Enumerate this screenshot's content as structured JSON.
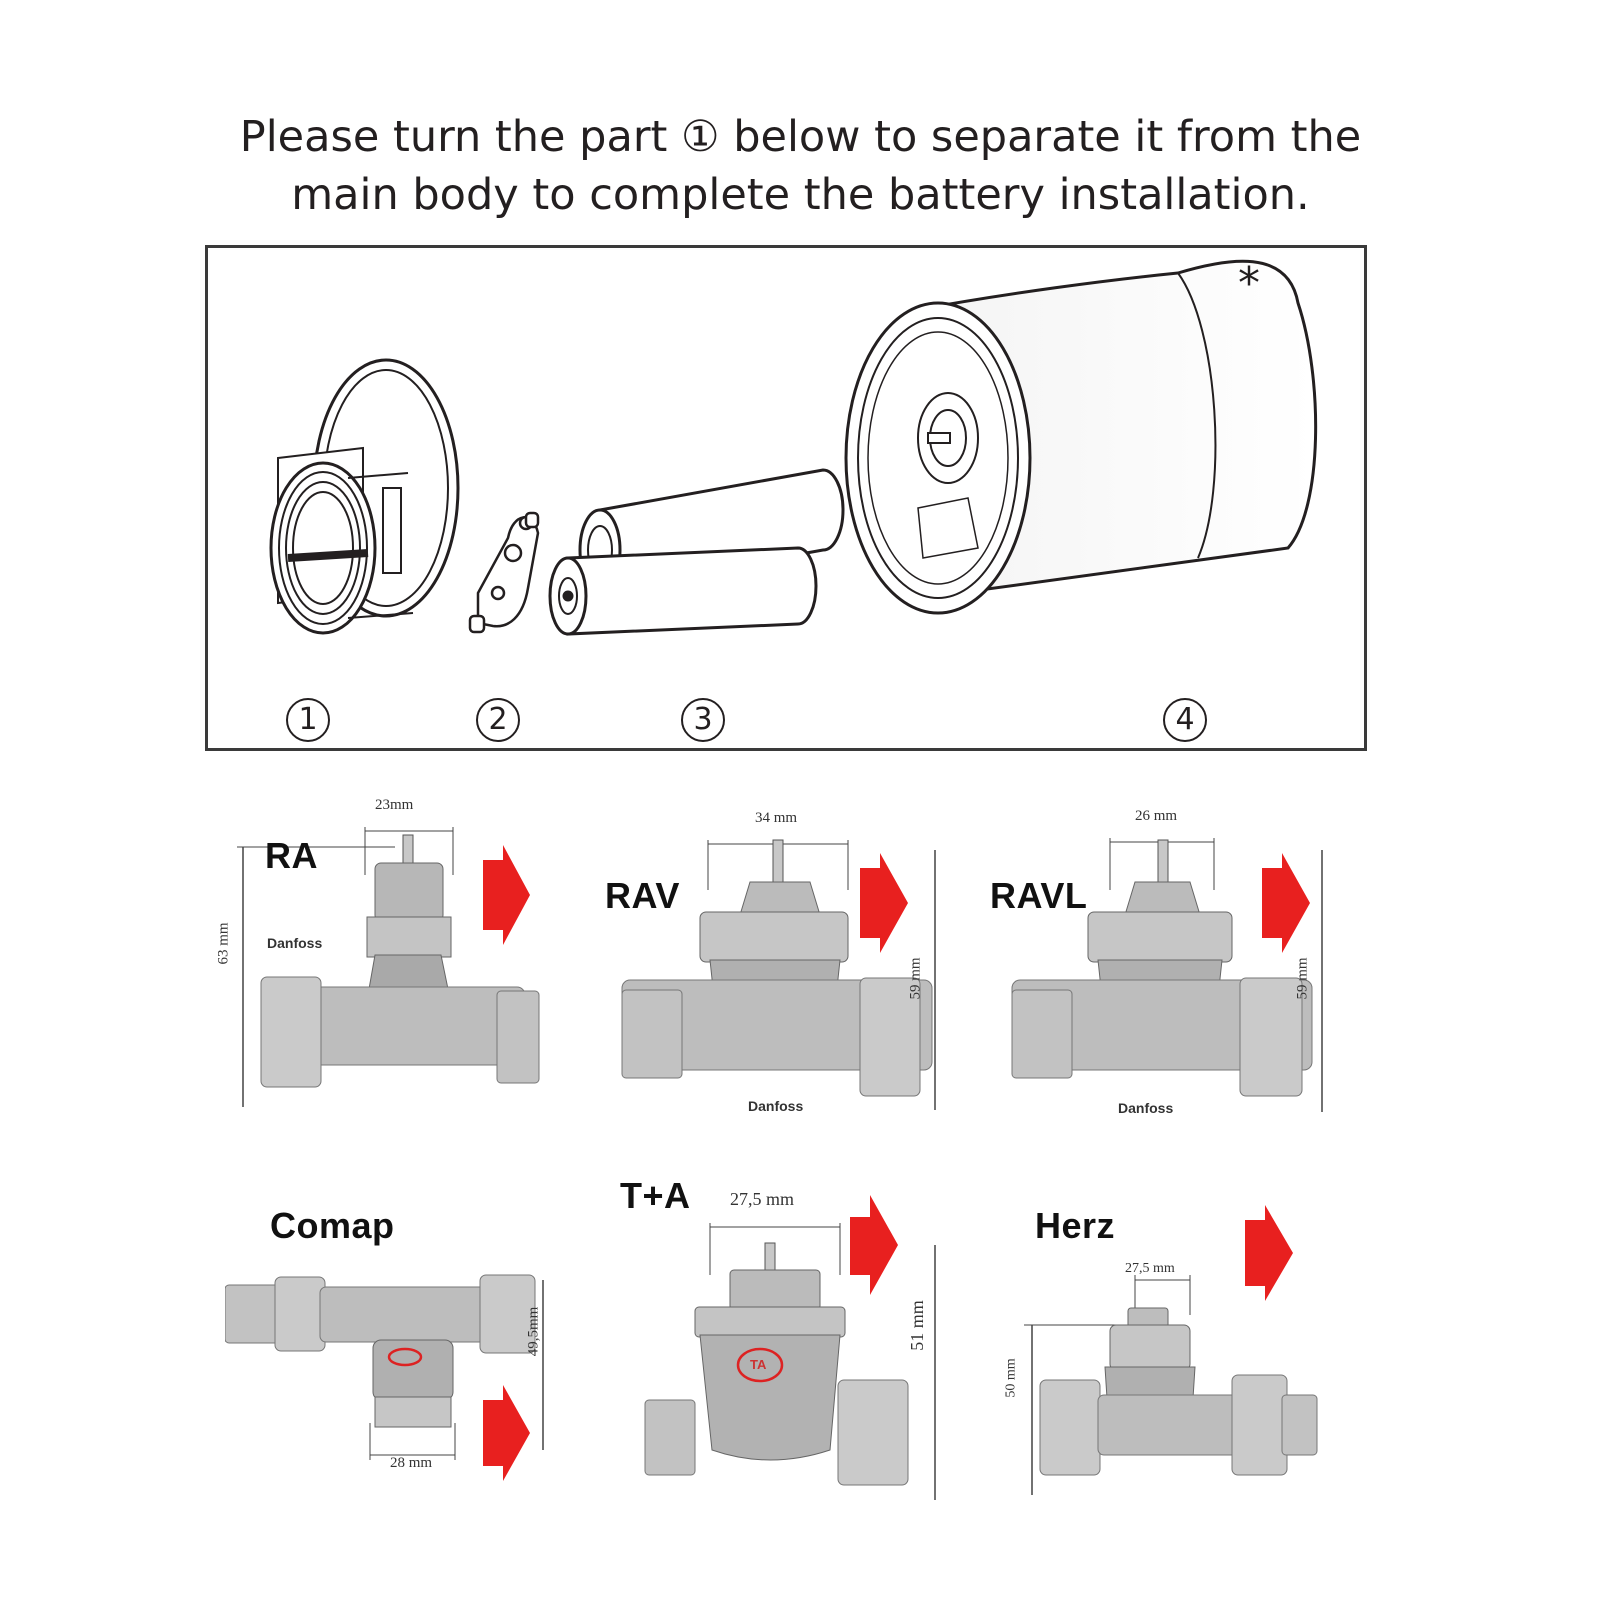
{
  "instruction": {
    "line1": "Please turn the part ① below to separate it from the",
    "line2": "main body to complete the battery installation."
  },
  "parts": [
    {
      "number": "1",
      "icon": "adapter-ring-icon"
    },
    {
      "number": "2",
      "icon": "metal-clip-icon"
    },
    {
      "number": "3",
      "icon": "batteries-icon"
    },
    {
      "number": "4",
      "icon": "thermostat-body-icon"
    }
  ],
  "thermostat_symbol": "*",
  "valves": [
    {
      "name": "RA",
      "width_dim": "23mm",
      "height_dim": "63 mm",
      "brand": "Danfoss"
    },
    {
      "name": "RAV",
      "width_dim": "34 mm",
      "height_dim": "59 mm",
      "brand": "Danfoss"
    },
    {
      "name": "RAVL",
      "width_dim": "26 mm",
      "height_dim": "59 mm",
      "brand": "Danfoss"
    },
    {
      "name": "Comap",
      "width_dim": "28 mm",
      "height_dim": "49,5mm"
    },
    {
      "name": "T+A",
      "width_dim": "27,5 mm",
      "height_dim": "51 mm",
      "marking": "TA"
    },
    {
      "name": "Herz",
      "width_dim": "27,5 mm",
      "height_dim": "50 mm"
    }
  ],
  "colors": {
    "arrow": "#e8201f",
    "line": "#231f20",
    "metal": "#b9b9b9"
  }
}
